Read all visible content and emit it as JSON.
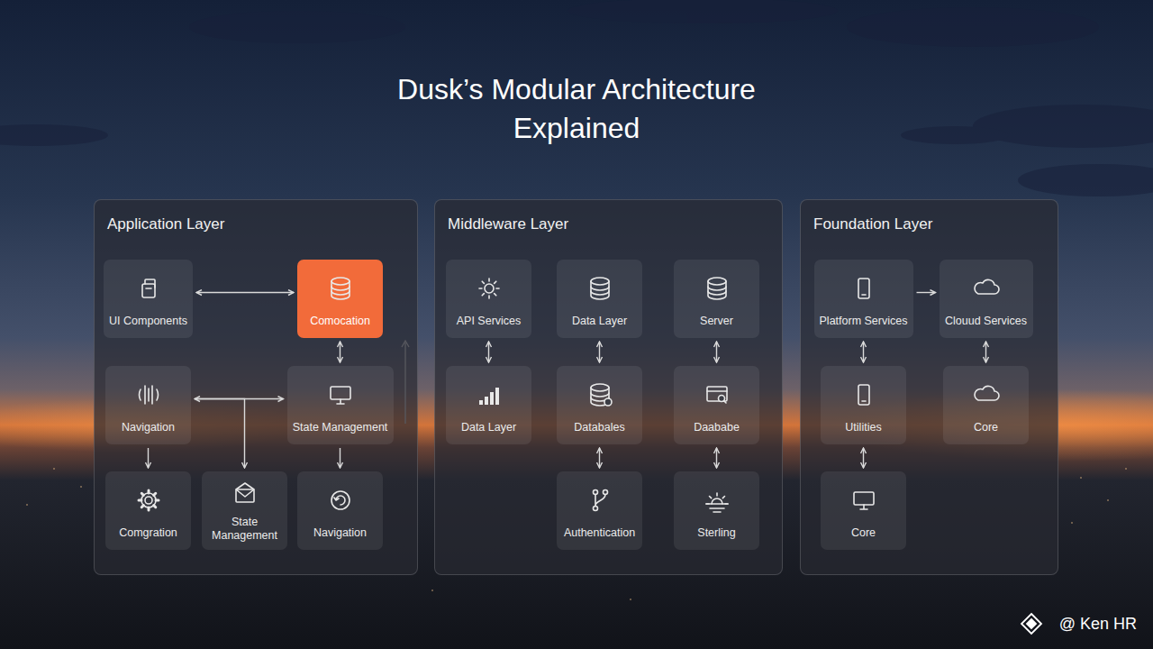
{
  "diagram": {
    "title": "Dusk’s Modular Architecture Explained",
    "nodes": [
      {
        "text": [
          "Application Layer"
        ]
      },
      {
        "text": [
          "UI Components"
        ],
        "in": 0
      },
      {
        "text": [
          "Comocation"
        ],
        "in": 0
      },
      {
        "text": [
          "Navigation"
        ],
        "in": 0
      },
      {
        "text": [
          "State Management"
        ],
        "in": 0
      },
      {
        "text": [
          "Comgration"
        ],
        "in": 0
      },
      {
        "text": [
          "State Management"
        ],
        "in": 0
      },
      {
        "text": [
          "Navigation"
        ],
        "in": 0
      },
      {
        "text": [
          "Middleware Layer"
        ]
      },
      {
        "text": [
          "API Services"
        ],
        "in": 8
      },
      {
        "text": [
          "Data Layer"
        ],
        "in": 8
      },
      {
        "text": [
          "Server"
        ],
        "in": 8
      },
      {
        "text": [
          "Data Layer"
        ],
        "in": 8
      },
      {
        "text": [
          "Databales"
        ],
        "in": 8
      },
      {
        "text": [
          "Daababe"
        ],
        "in": 8
      },
      {
        "text": [
          "Authentication"
        ],
        "in": 8
      },
      {
        "text": [
          "Sterling"
        ],
        "in": 8
      },
      {
        "text": [
          "Foundation Layer"
        ]
      },
      {
        "text": [
          "Platform Services"
        ],
        "in": 17
      },
      {
        "text": [
          "Clouud Services"
        ],
        "in": 17
      },
      {
        "text": [
          "Utilities"
        ],
        "in": 17
      },
      {
        "text": [
          "Core"
        ],
        "in": 17
      },
      {
        "text": [
          "Core"
        ],
        "in": 17
      }
    ],
    "edges": [
      {
        "from": 1,
        "to": 2,
        "arrow": "both"
      },
      {
        "from": 2,
        "to": 4,
        "arrow": "both"
      },
      {
        "from": 3,
        "to": 4,
        "arrow": "both"
      },
      {
        "from": 3,
        "to": 6,
        "arrow": "to"
      },
      {
        "from": 3,
        "to": 5,
        "arrow": "to"
      },
      {
        "from": 4,
        "to": 7,
        "arrow": "to"
      },
      {
        "from": 9,
        "to": 12,
        "arrow": "both"
      },
      {
        "from": 10,
        "to": 13,
        "arrow": "both"
      },
      {
        "from": 11,
        "to": 14,
        "arrow": "both"
      },
      {
        "from": 13,
        "to": 15,
        "arrow": "both"
      },
      {
        "from": 14,
        "to": 16,
        "arrow": "both"
      },
      {
        "from": 18,
        "to": 19,
        "arrow": "to"
      },
      {
        "from": 18,
        "to": 20,
        "arrow": "both"
      },
      {
        "from": 19,
        "to": 21,
        "arrow": "both"
      },
      {
        "from": 20,
        "to": 22,
        "arrow": "both"
      }
    ],
    "labels": [
      "@ Ken HR"
    ]
  }
}
